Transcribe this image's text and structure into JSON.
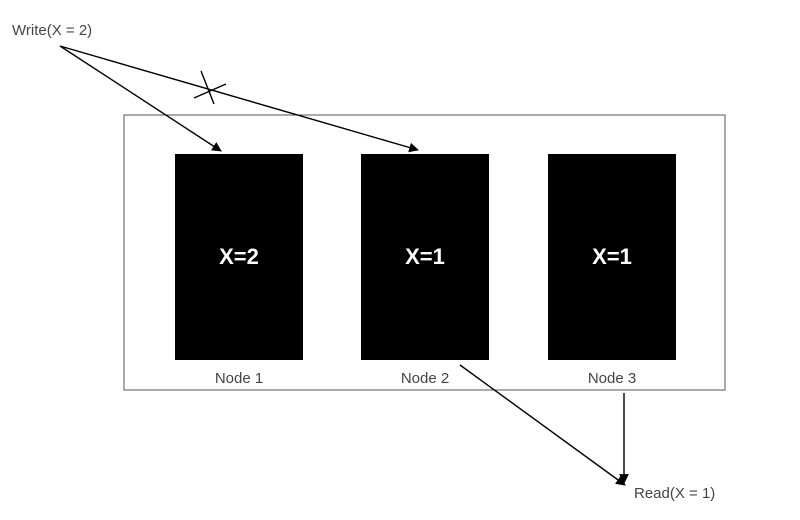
{
  "operations": {
    "write_label": "Write(X = 2)",
    "read_label": "Read(X = 1)"
  },
  "nodes": [
    {
      "label": "Node 1",
      "value": "X=2"
    },
    {
      "label": "Node 2",
      "value": "X=1"
    },
    {
      "label": "Node 3",
      "value": "X=1"
    }
  ],
  "colors": {
    "node_fill": "#000000",
    "node_text": "#ffffff",
    "label_text": "#444444",
    "cluster_border": "#555555",
    "arrow": "#000000"
  },
  "icons": {
    "failed_write": "cross-icon"
  }
}
